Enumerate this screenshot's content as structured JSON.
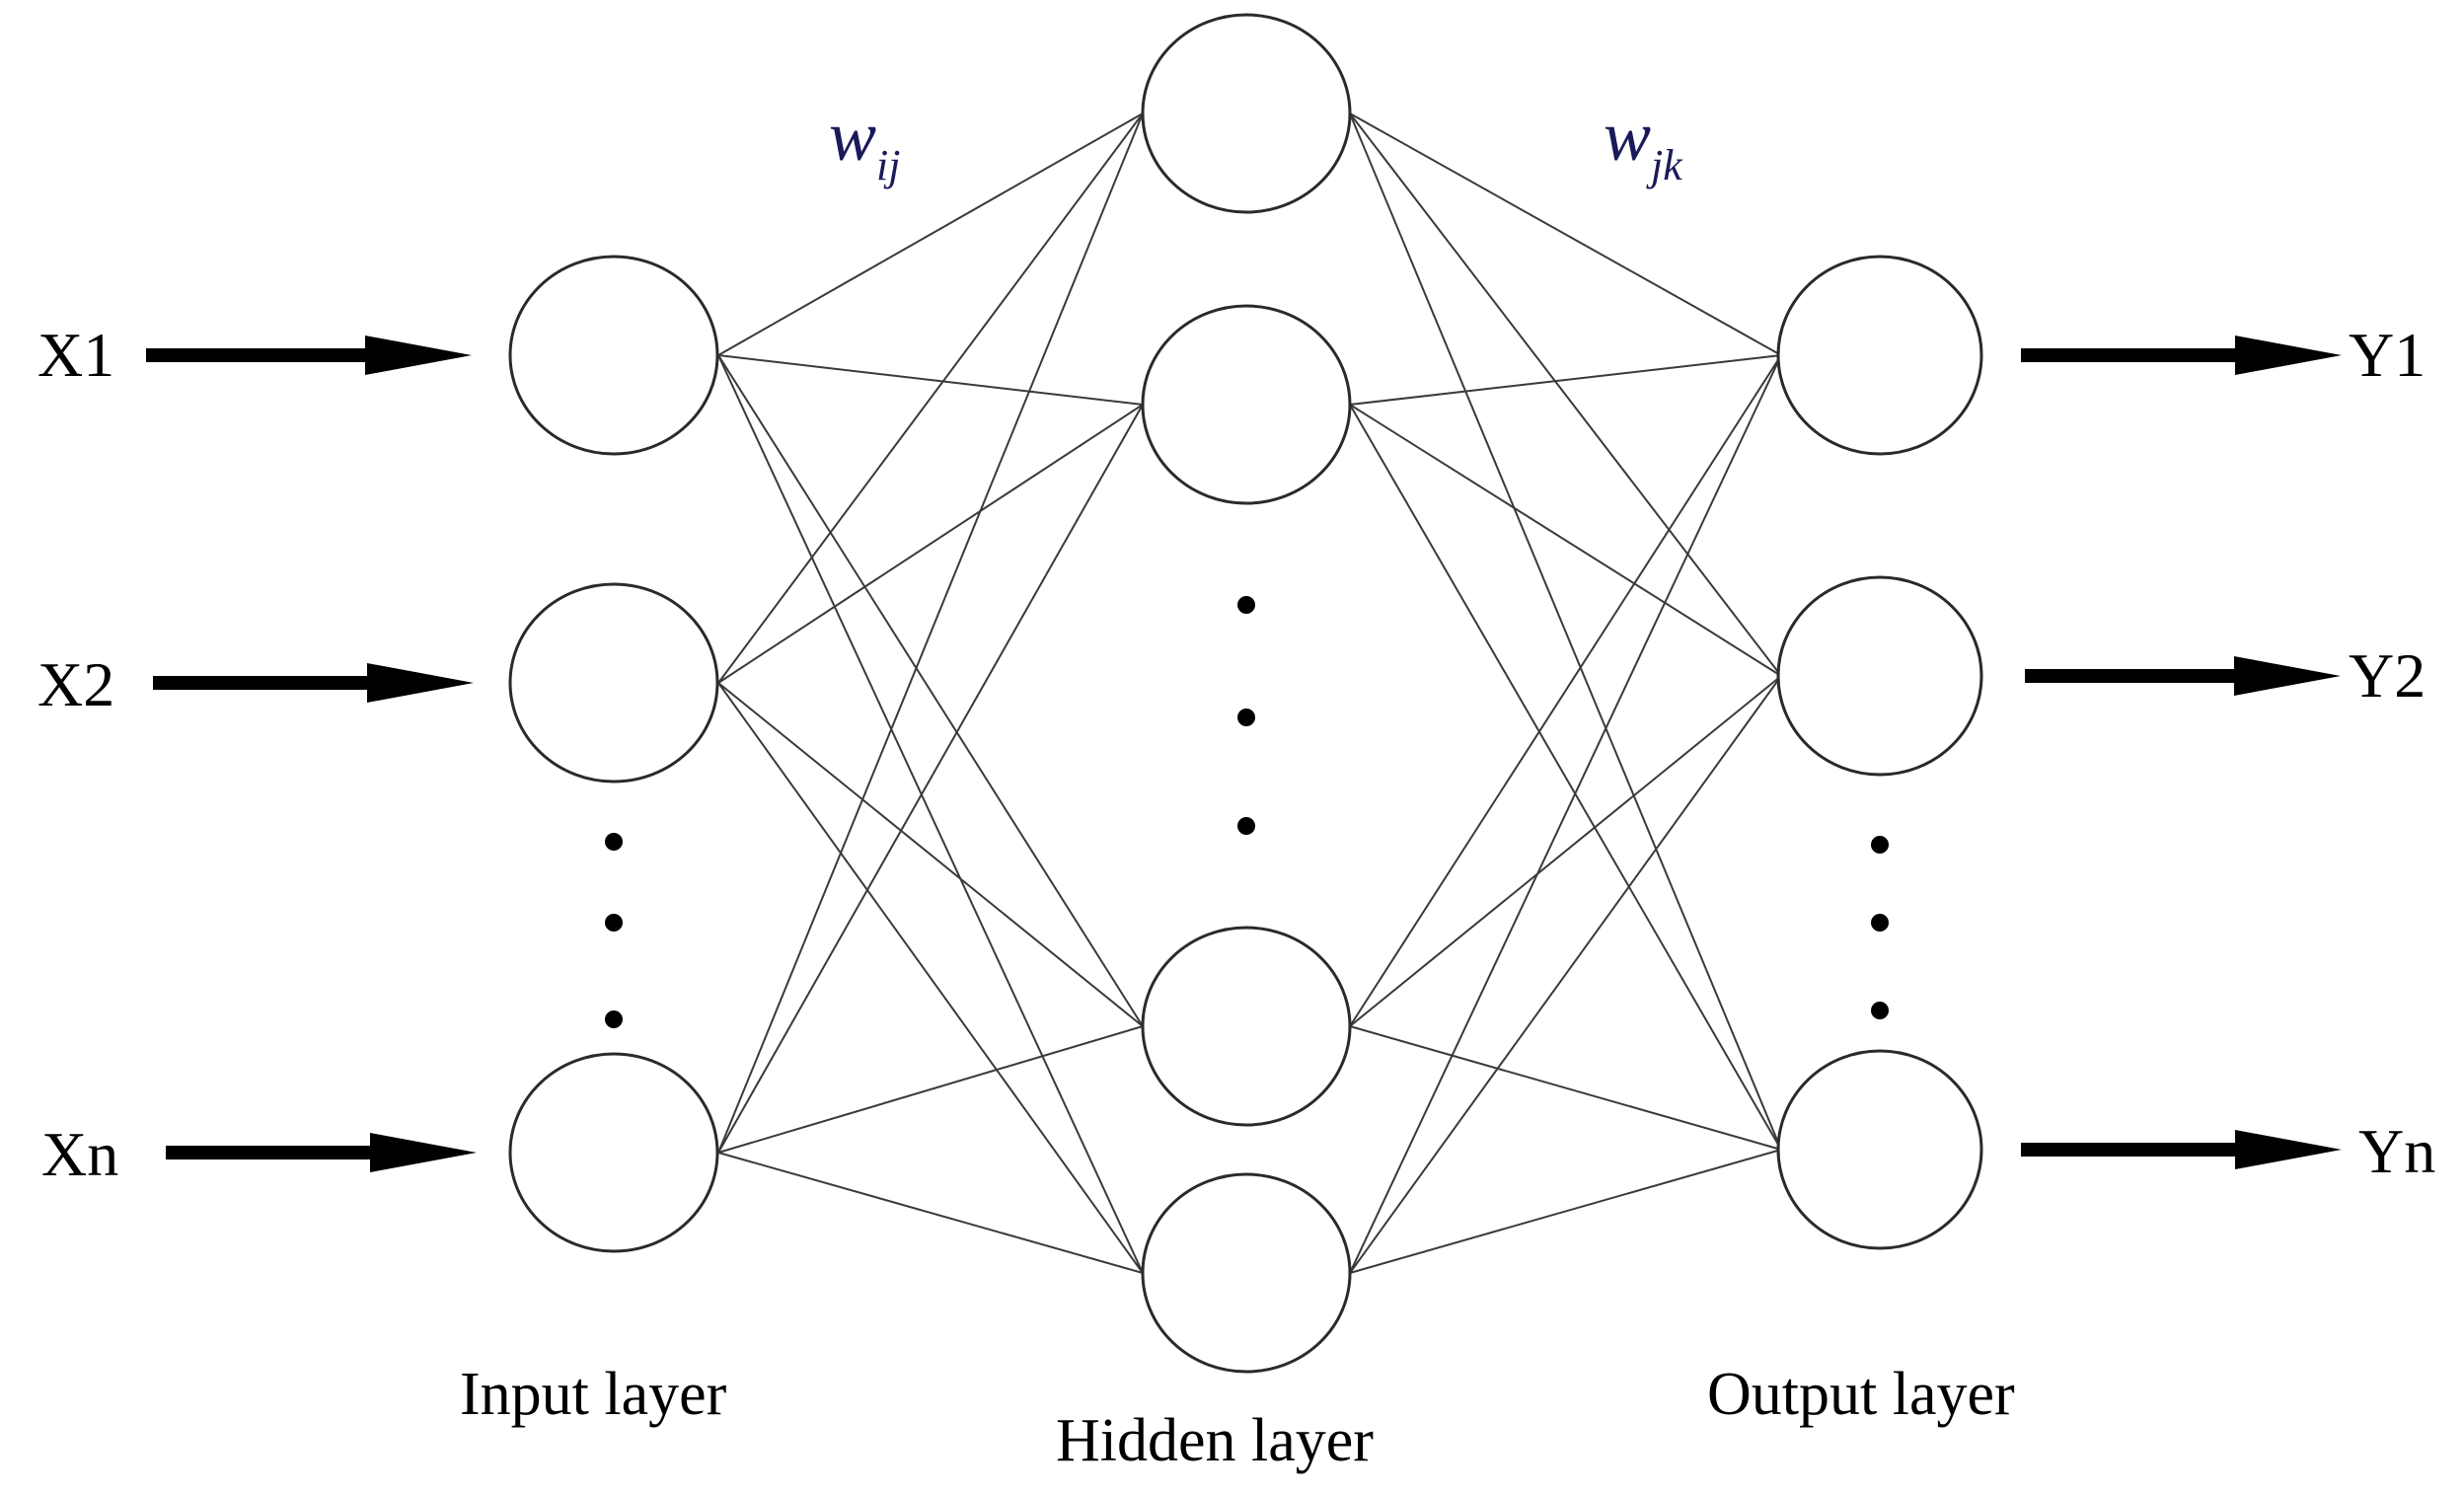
{
  "inputs": [
    "X1",
    "X2",
    "Xn"
  ],
  "outputs": [
    "Y1",
    "Y2",
    "Yn"
  ],
  "weights": {
    "input_hidden": {
      "symbol": "w",
      "subscript": "ij"
    },
    "hidden_output": {
      "symbol": "w",
      "subscript": "jk"
    }
  },
  "layers": {
    "input": "Input layer",
    "hidden": "Hidden layer",
    "output": "Output layer"
  }
}
